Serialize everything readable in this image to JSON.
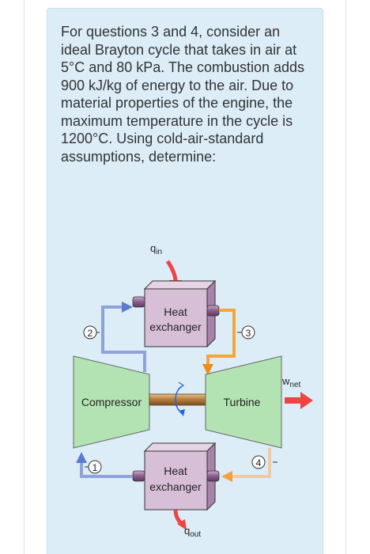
{
  "question_text": "For questions 3 and 4, consider an ideal Brayton cycle that takes in air at 5°C and 80 kPa. The combustion adds 900 kJ/kg of energy to the air. Due to material properties of the engine, the maximum temperature in the cycle is 1200°C. Using cold-air-standard assumptions, determine:",
  "diagram": {
    "q_in": {
      "main": "q",
      "sub": "in"
    },
    "q_out": {
      "main": "q",
      "sub": "out"
    },
    "w_net": {
      "main": "w",
      "sub": "net"
    },
    "heat_exchanger_top": {
      "line1": "Heat",
      "line2": "exchanger"
    },
    "heat_exchanger_bottom": {
      "line1": "Heat",
      "line2": "exchanger"
    },
    "compressor_label": "Compressor",
    "turbine_label": "Turbine",
    "states": {
      "s1": "1",
      "s2": "2",
      "s3": "3",
      "s4": "4"
    },
    "colors": {
      "box_face": "#d7bfd8",
      "box_side": "#a883a8",
      "machine_fill": "#b3e3b3",
      "cold_pipe": "#8fa3d8",
      "hot_pipe": "#f5a63a",
      "arrow_red": "#ef4444",
      "exhaust_pipe": "#f7c89a"
    }
  }
}
